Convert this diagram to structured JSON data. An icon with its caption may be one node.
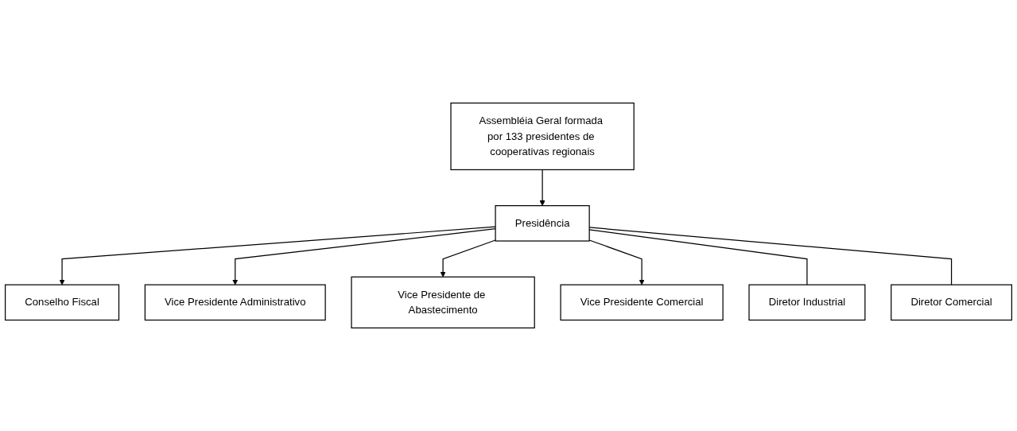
{
  "diagram": {
    "nodes": [
      {
        "text": [
          "Assembléia Geral formada por 133 presidentes de cooperativas regionais"
        ]
      },
      {
        "text": [
          "Presidência"
        ]
      },
      {
        "text": [
          "Conselho Fiscal"
        ]
      },
      {
        "text": [
          "Vice Presidente Administrativo"
        ]
      },
      {
        "text": [
          "Vice Presidente de Abastecimento"
        ]
      },
      {
        "text": [
          "Vice Presidente Comercial"
        ]
      },
      {
        "text": [
          "Diretor Industrial"
        ]
      },
      {
        "text": [
          "Diretor Comercial"
        ]
      }
    ],
    "edges": [
      {
        "from": 0,
        "to": 1,
        "arrow": "to"
      },
      {
        "from": 1,
        "to": 2,
        "arrow": "to"
      },
      {
        "from": 1,
        "to": 3,
        "arrow": "to"
      },
      {
        "from": 1,
        "to": 4,
        "arrow": "to"
      },
      {
        "from": 1,
        "to": 5,
        "arrow": "to"
      },
      {
        "from": 1,
        "to": 6,
        "arrow": "none"
      },
      {
        "from": 1,
        "to": 7,
        "arrow": "none"
      }
    ]
  }
}
